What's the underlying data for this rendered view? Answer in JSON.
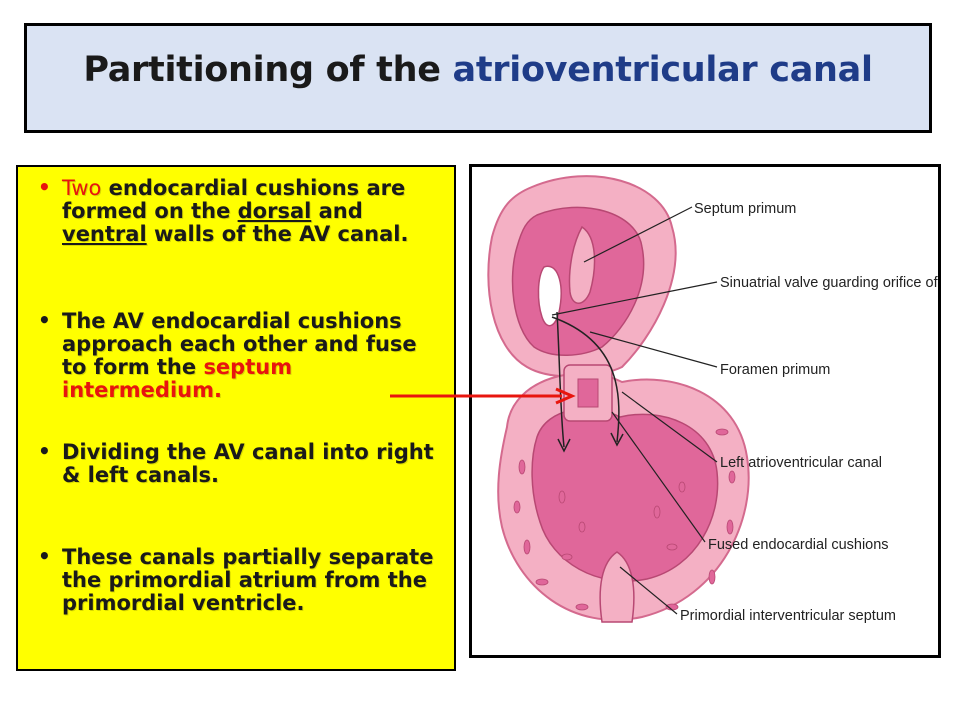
{
  "slide": {
    "title_part1": "Partitioning of the ",
    "title_part2": "atrioventricular canal",
    "bullets": [
      {
        "red_word": "Two",
        "text_a": " endocardial cushions are formed on the ",
        "u1": "dorsal",
        "text_b": " and ",
        "u2": "ventral",
        "text_c": " walls of the AV canal."
      },
      {
        "text": "The AV endocardial cushions approach each other and fuse to form the ",
        "red_text": "septum intermedium."
      },
      {
        "text": "Dividing the AV canal into right  & left canals."
      },
      {
        "text": "These canals partially separate the primordial atrium from the primordial ventricle."
      }
    ]
  },
  "figure": {
    "labels": [
      "Septum primum",
      "Sinuatrial valve guarding orifice of",
      "Foramen primum",
      "Left atrioventricular canal",
      "Fused endocardial cushions",
      "Primordial interventricular septum"
    ]
  },
  "colors": {
    "title_bg": "#dae3f3",
    "title_accent": "#1f3c88",
    "text_box_bg": "#ffff00",
    "red": "#e8150e",
    "heart_outer": "#f4b0c4",
    "heart_inner": "#e0679a"
  }
}
